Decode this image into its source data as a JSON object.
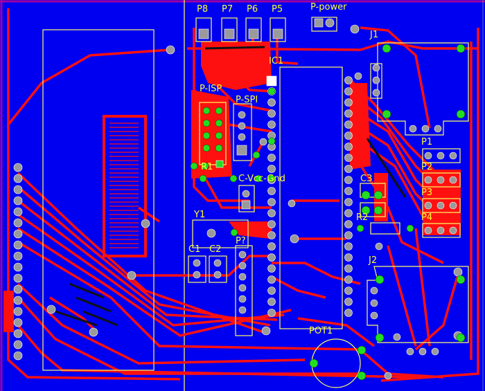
{
  "board": {
    "background": "#0000f0",
    "copper_color": "#ff1010",
    "pad_color": "#9a9a9a",
    "via_color": "#22dd22",
    "silkscreen_color": "#ffff66",
    "edge_color": "#a000a0"
  },
  "labels": {
    "p8": "P8",
    "p7": "P7",
    "p6": "P6",
    "p5": "P5",
    "p_power": "P-power",
    "j1": "J1",
    "ic1": "IC1",
    "p_isp": "P-ISP",
    "p_spi": "P-SPI",
    "p1": "P1",
    "p2": "P2",
    "p3": "P3",
    "p4": "P4",
    "c_vcc_gnd": "C-Vcc-Gnd",
    "c3": "C3",
    "r2": "R2",
    "y1": "Y1",
    "c1": "C1",
    "c2": "C2",
    "p_q": "P?",
    "j2": "J2",
    "pot1": "POT1",
    "r1": "R1"
  }
}
